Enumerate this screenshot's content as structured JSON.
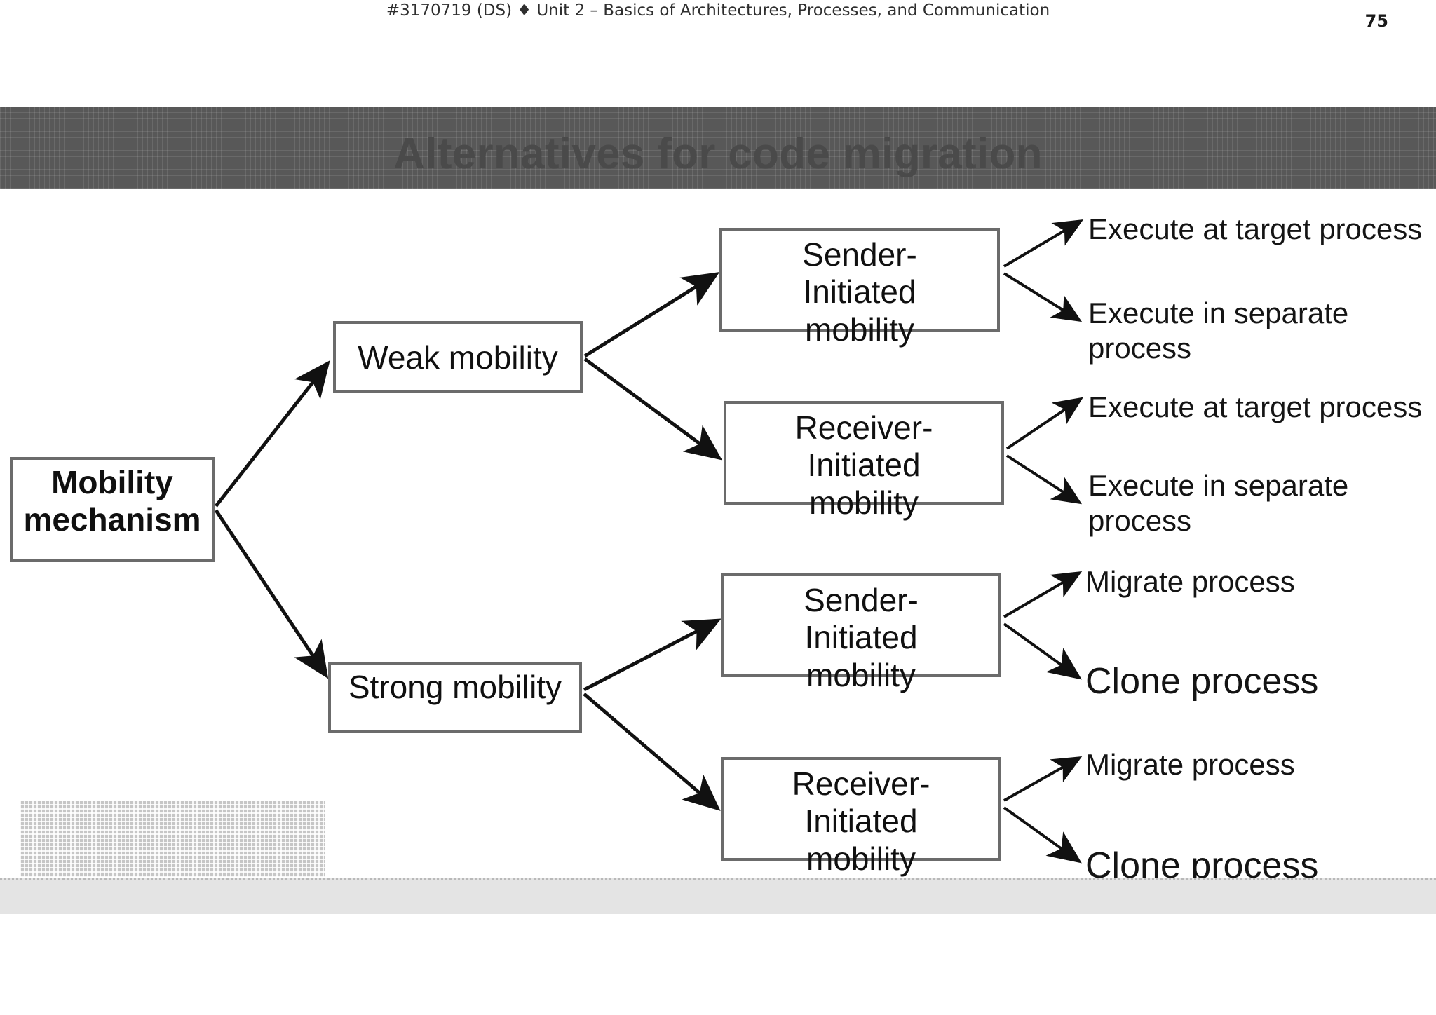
{
  "slide": {
    "title": "Alternatives for code migration",
    "page_number": "75",
    "title_band_color": "#585858",
    "title_text_color": "#4a4a4a",
    "box_border_color": "#6b6b6b",
    "footer_bar_color": "#e4e4e4"
  },
  "footer": {
    "text": "#3170719 (DS)  ♦   Unit 2 – Basics of Architectures, Processes, and Communication"
  },
  "diagram": {
    "type": "tree",
    "root": {
      "label": "Mobility mechanism"
    },
    "level1": [
      {
        "label": "Weak mobility"
      },
      {
        "label": "Strong mobility"
      }
    ],
    "level2": [
      {
        "label": "Sender-\nInitiated\nmobility"
      },
      {
        "label": "Receiver-\nInitiated\nmobility"
      },
      {
        "label": "Sender-\nInitiated\nmobility"
      },
      {
        "label": "Receiver-\nInitiated\nmobility"
      }
    ],
    "leaves": [
      {
        "label": "Execute at target process"
      },
      {
        "label": "Execute in separate process"
      },
      {
        "label": "Execute at target process"
      },
      {
        "label": "Execute in separate process"
      },
      {
        "label": "Migrate process"
      },
      {
        "label": "Clone process"
      },
      {
        "label": "Migrate process"
      },
      {
        "label": "Clone process"
      }
    ]
  }
}
